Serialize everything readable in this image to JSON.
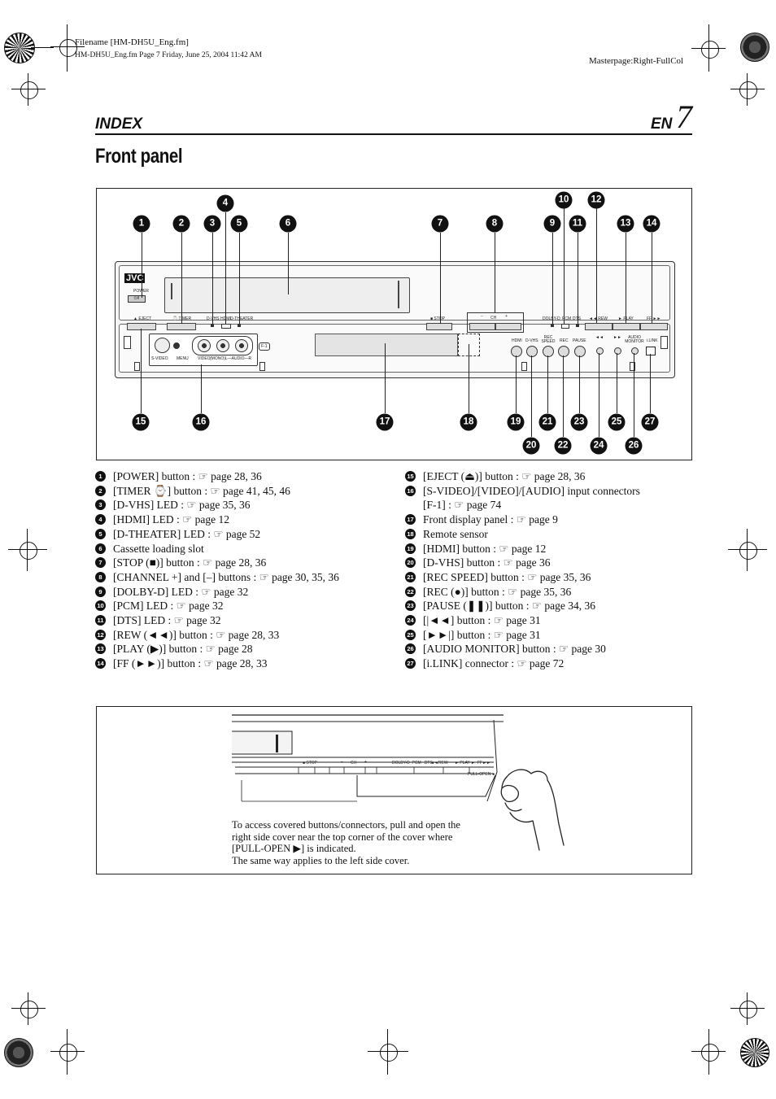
{
  "file_header": {
    "filename": "Filename [HM-DH5U_Eng.fm]",
    "file_info": "HM-DH5U_Eng.fm  Page 7  Friday, June 25, 2004  11:42 AM",
    "masterpage": "Masterpage:Right-FullCol"
  },
  "page_header": {
    "section": "INDEX",
    "lang": "EN",
    "page_number": "7"
  },
  "page_title": "Front panel",
  "diagram": {
    "brand": "JVC",
    "power_label": "POWER",
    "power_symbol": "⏻/I",
    "labels": {
      "eject": "▲ EJECT",
      "timer": "⌚ TIMER",
      "dvhs": "D-VHS",
      "hdmi_led": "HDMI",
      "dtheater": "D-THEATER",
      "stop": "■ STOP",
      "ch": "CH",
      "minus": "−",
      "plus": "+",
      "dolby": "DOLBY-D",
      "pcm": "PCM",
      "dts": "DTS",
      "rew": "◄◄ REW",
      "play": "► PLAY",
      "ff": "FF ►►",
      "s_video": "S-VIDEO",
      "menu": "MENU",
      "video": "VIDEO",
      "audio": "(MONO)L—AUDIO—R",
      "f1": "F-1",
      "hdmi_btn": "HDMI",
      "dvhs_btn": "D-VHS",
      "rec_speed": "REC SPEED",
      "rec": "REC",
      "pause": "PAUSE",
      "audio_monitor": "AUDIO MONITOR",
      "ilink": "i.LINK"
    }
  },
  "callouts": [
    "1",
    "2",
    "3",
    "4",
    "5",
    "6",
    "7",
    "8",
    "9",
    "10",
    "11",
    "12",
    "13",
    "14",
    "15",
    "16",
    "17",
    "18",
    "19",
    "20",
    "21",
    "22",
    "23",
    "24",
    "25",
    "26",
    "27"
  ],
  "legend_left": [
    {
      "n": "1",
      "text": "[POWER] button : ☞ page 28, 36"
    },
    {
      "n": "2",
      "text": "[TIMER ⌚] button : ☞ page 41, 45, 46"
    },
    {
      "n": "3",
      "text": "[D-VHS] LED : ☞ page 35, 36"
    },
    {
      "n": "4",
      "text": "[HDMI] LED : ☞ page 12"
    },
    {
      "n": "5",
      "text": "[D-THEATER] LED : ☞ page 52"
    },
    {
      "n": "6",
      "text": "Cassette loading slot"
    },
    {
      "n": "7",
      "text": "[STOP (■)] button : ☞ page 28, 36"
    },
    {
      "n": "8",
      "text": "[CHANNEL +] and [–] buttons : ☞ page 30, 35, 36"
    },
    {
      "n": "9",
      "text": "[DOLBY-D] LED : ☞ page 32"
    },
    {
      "n": "10",
      "text": "[PCM] LED : ☞ page 32"
    },
    {
      "n": "11",
      "text": "[DTS] LED : ☞ page 32"
    },
    {
      "n": "12",
      "text": "[REW (◄◄)] button : ☞ page 28, 33"
    },
    {
      "n": "13",
      "text": "[PLAY (▶)] button : ☞ page 28"
    },
    {
      "n": "14",
      "text": "[FF (►►)] button : ☞ page 28, 33"
    }
  ],
  "legend_right": [
    {
      "n": "15",
      "text": "[EJECT (⏏)] button : ☞ page 28, 36"
    },
    {
      "n": "16",
      "text": "[S-VIDEO]/[VIDEO]/[AUDIO] input connectors\n[F-1] : ☞ page 74"
    },
    {
      "n": "17",
      "text": "Front display panel : ☞ page 9"
    },
    {
      "n": "18",
      "text": "Remote sensor"
    },
    {
      "n": "19",
      "text": "[HDMI] button : ☞ page 12"
    },
    {
      "n": "20",
      "text": "[D-VHS] button : ☞ page 36"
    },
    {
      "n": "21",
      "text": "[REC SPEED] button : ☞ page 35, 36"
    },
    {
      "n": "22",
      "text": "[REC (●)] button : ☞ page 35, 36"
    },
    {
      "n": "23",
      "text": "[PAUSE (❚❚)] button : ☞ page 34, 36"
    },
    {
      "n": "24",
      "text": "[|◄◄] button : ☞ page 31"
    },
    {
      "n": "25",
      "text": "[►►|] button : ☞ page 31"
    },
    {
      "n": "26",
      "text": "[AUDIO MONITOR] button : ☞ page 30"
    },
    {
      "n": "27",
      "text": "[i.LINK] connector : ☞ page 72"
    }
  ],
  "cover_box": {
    "caption": "To access covered buttons/connectors, pull and open the\nright side cover near the top corner of the cover where\n[PULL-OPEN ▶] is indicated.\nThe same way applies to the left side cover.",
    "labels": {
      "stop": "■ STOP",
      "ch": "CH",
      "minus": "−",
      "plus": "+",
      "leds": "DOLBY-D  PCM   DTS",
      "rew": "◄◄REW",
      "play": "► PLAY ►",
      "ff": "FF►►",
      "pull_open": "PULL-OPEN ►"
    }
  }
}
